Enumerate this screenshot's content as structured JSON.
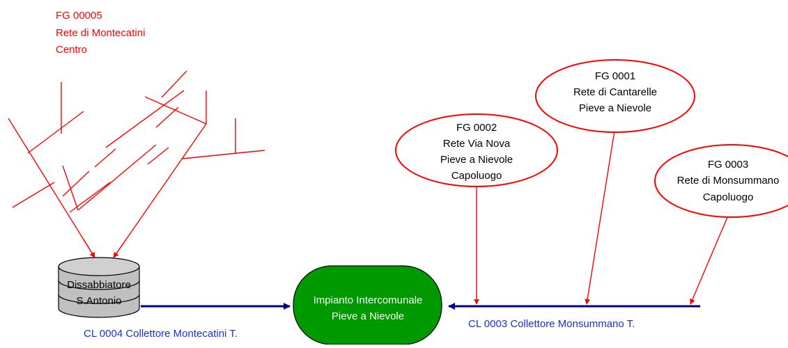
{
  "network_label": {
    "line1": "FG 00005",
    "line2": "Rete di Montecatini",
    "line3": "Centro"
  },
  "nodes": {
    "fg0002": {
      "line1": "FG 0002",
      "line2": "Rete Via Nova",
      "line3": "Pieve a Nievole",
      "line4": "Capoluogo"
    },
    "fg0001": {
      "line1": "FG 0001",
      "line2": "Rete di Cantarelle",
      "line3": "Pieve a Nievole"
    },
    "fg0003": {
      "line1": "FG 0003",
      "line2": "Rete di Monsummano",
      "line3": "Capoluogo"
    },
    "dissabbiatore": {
      "line1": "Dissabbiatore",
      "line2": "S.Antonio"
    },
    "impianto": {
      "line1": "Impianto Intercomunale",
      "line2": "Pieve a Nievole"
    }
  },
  "collectors": {
    "cl0004": "CL 0004  Collettore Montecatini T.",
    "cl0003": "CL 0003  Collettore Monsummano T."
  },
  "colors": {
    "network": "#ff0000",
    "collector": "#000080",
    "plant_fill": "#009900",
    "label_blue": "#1a33cc"
  }
}
